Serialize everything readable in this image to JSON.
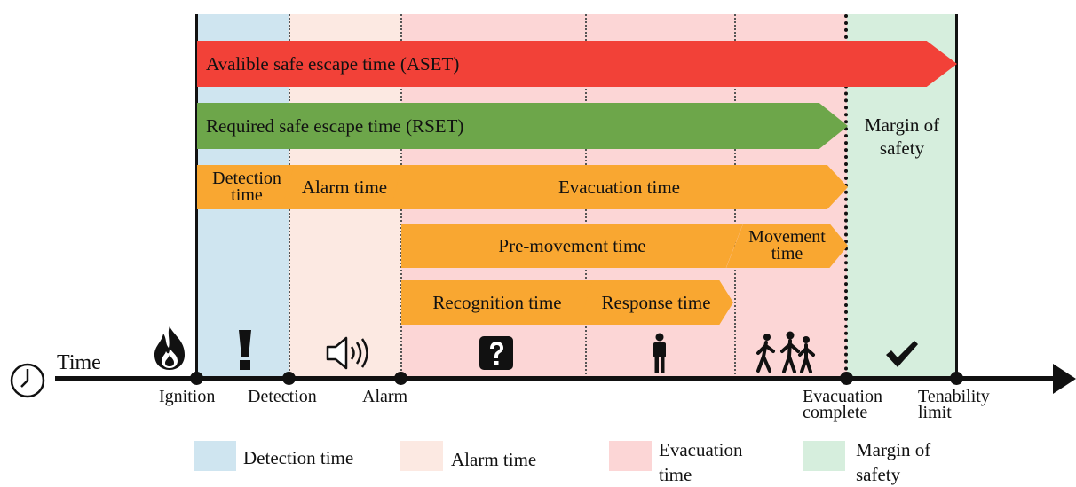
{
  "colors": {
    "detection_band": "#CFE5F0",
    "alarm_band": "#FCE9E2",
    "evacuation_band": "#FCD6D6",
    "margin_band": "#D6EEDD",
    "aset_bar": "#F24138",
    "rset_bar": "#6DA64A",
    "phase_bar": "#F9A731",
    "axis": "#111111"
  },
  "bars": {
    "aset": "Avalible safe escape time (ASET)",
    "rset": "Required safe escape time (RSET)",
    "detection_time": [
      "Detection",
      "time"
    ],
    "alarm_time": "Alarm time",
    "evacuation_time": "Evacuation time",
    "pre_movement_time": "Pre-movement time",
    "movement_time": [
      "Movement",
      "time"
    ],
    "recognition_time": "Recognition time",
    "response_time": "Response time"
  },
  "margin_label": [
    "Margin of",
    "safety"
  ],
  "axis": {
    "label": "Time",
    "events": {
      "ignition": "Ignition",
      "detection": "Detection",
      "alarm": "Alarm",
      "evacuation_complete": [
        "Evacuation",
        "complete"
      ],
      "tenability_limit": [
        "Tenability",
        "limit"
      ]
    }
  },
  "icons": [
    "clock-icon",
    "fire-icon",
    "exclamation-icon",
    "speaker-icon",
    "question-icon",
    "person-icon",
    "walking-people-icon",
    "checkmark-icon"
  ],
  "legend": {
    "detection": "Detection time",
    "alarm": "Alarm time",
    "evacuation": [
      "Evacuation",
      "time"
    ],
    "margin": [
      "Margin of",
      "safety"
    ]
  }
}
